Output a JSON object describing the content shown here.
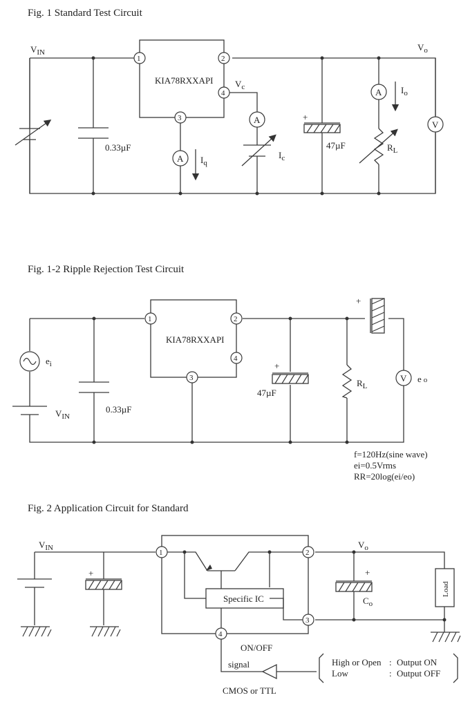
{
  "fig1": {
    "title": "Fig. 1  Standard Test Circuit",
    "vin": "V",
    "vin_sub": "IN",
    "vo": "V",
    "vo_sub": "o",
    "ic_name": "KIA78RXXAPI",
    "pins": [
      "1",
      "2",
      "3",
      "4"
    ],
    "vc": "V",
    "vc_sub": "c",
    "cap_in": "0.33µF",
    "cap_out": "47µF",
    "meter_a": "A",
    "meter_v": "V",
    "iq": "I",
    "iq_sub": "q",
    "ic_cur": "I",
    "ic_cur_sub": "c",
    "io": "I",
    "io_sub": "o",
    "rl": "R",
    "rl_sub": "L",
    "plus": "+"
  },
  "fig12": {
    "title": "Fig. 1-2  Ripple Rejection Test Circuit",
    "ei": "e",
    "ei_sub": "i",
    "vin": "V",
    "vin_sub": "IN",
    "ic_name": "KIA78RXXAPI",
    "pins": [
      "1",
      "2",
      "3",
      "4"
    ],
    "cap_in": "0.33µF",
    "cap_out": "47µF",
    "rl": "R",
    "rl_sub": "L",
    "eo": "e",
    "eo_sub": "o",
    "meter_v": "V",
    "notes": [
      "f=120Hz(sine wave)",
      "ei=0.5Vrms",
      "RR=20log(ei/eo)"
    ],
    "plus": "+"
  },
  "fig2": {
    "title": "Fig. 2  Application Circuit for Standard",
    "vin": "V",
    "vin_sub": "IN",
    "vo": "V",
    "vo_sub": "o",
    "pins": [
      "1",
      "2",
      "3",
      "4"
    ],
    "block": "Specific IC",
    "co": "C",
    "co_sub": "o",
    "load": "Load",
    "onoff": "ON/OFF",
    "signal": "signal",
    "cmos": "CMOS or TTL",
    "table": [
      {
        "cond": "High or Open",
        "sep": ":",
        "out": "Output ON"
      },
      {
        "cond": "Low",
        "sep": ":",
        "out": "Output OFF"
      }
    ],
    "plus": "+"
  }
}
